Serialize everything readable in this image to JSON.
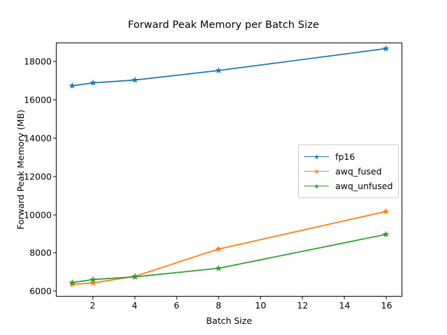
{
  "chart_data": {
    "type": "line",
    "title": "Forward Peak Memory per Batch Size",
    "xlabel": "Batch Size",
    "ylabel": "Forward Peak Memory (MB)",
    "x": [
      1,
      2,
      4,
      8,
      16
    ],
    "xlim": [
      0.25,
      16.75
    ],
    "ylim": [
      5720,
      18980
    ],
    "xticks": [
      2,
      4,
      6,
      8,
      10,
      12,
      14,
      16
    ],
    "yticks": [
      6000,
      8000,
      10000,
      12000,
      14000,
      16000,
      18000
    ],
    "grid": false,
    "legend_position": "center right",
    "marker": "star",
    "series": [
      {
        "name": "fp16",
        "color": "#1f77b4",
        "values": [
          16750,
          16900,
          17050,
          17550,
          18700
        ]
      },
      {
        "name": "awq_fused",
        "color": "#ff7f0e",
        "values": [
          6330,
          6400,
          6750,
          8180,
          10150
        ]
      },
      {
        "name": "awq_unfused",
        "color": "#2ca02c",
        "values": [
          6420,
          6580,
          6720,
          7170,
          8950
        ]
      }
    ]
  },
  "axes": {
    "xtick_labels": [
      "2",
      "4",
      "6",
      "8",
      "10",
      "12",
      "14",
      "16"
    ],
    "ytick_labels": [
      "6000",
      "8000",
      "10000",
      "12000",
      "14000",
      "16000",
      "18000"
    ]
  },
  "legend": {
    "entries": [
      {
        "label": "fp16",
        "color": "#1f77b4"
      },
      {
        "label": "awq_fused",
        "color": "#ff7f0e"
      },
      {
        "label": "awq_unfused",
        "color": "#2ca02c"
      }
    ]
  }
}
